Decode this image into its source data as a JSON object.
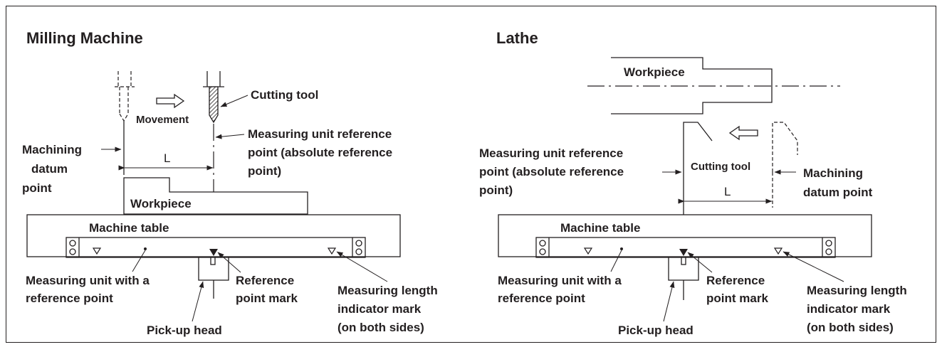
{
  "milling": {
    "title": "Milling Machine",
    "cutting_tool": "Cutting tool",
    "movement": "Movement",
    "ref_point_1": "Measuring unit reference",
    "ref_point_2": "point (absolute reference",
    "ref_point_3": "point)",
    "datum_1": "Machining",
    "datum_2": "datum",
    "datum_3": "point",
    "length": "L",
    "workpiece": "Workpiece",
    "table": "Machine table",
    "unit_1": "Measuring unit with a",
    "unit_2": "reference point",
    "mark_1": "Reference",
    "mark_2": "point mark",
    "indicator_1": "Measuring length",
    "indicator_2": "indicator mark",
    "indicator_3": "(on both sides)",
    "pickup": "Pick-up head"
  },
  "lathe": {
    "title": "Lathe",
    "workpiece": "Workpiece",
    "ref_point_1": "Measuring unit reference",
    "ref_point_2": "point (absolute reference",
    "ref_point_3": "point)",
    "cutting_tool": "Cutting tool",
    "datum_1": "Machining",
    "datum_2": "datum point",
    "length": "L",
    "table": "Machine table",
    "unit_1": "Measuring unit with a",
    "unit_2": "reference point",
    "mark_1": "Reference",
    "mark_2": "point mark",
    "indicator_1": "Measuring length",
    "indicator_2": "indicator mark",
    "indicator_3": "(on both sides)",
    "pickup": "Pick-up head"
  }
}
